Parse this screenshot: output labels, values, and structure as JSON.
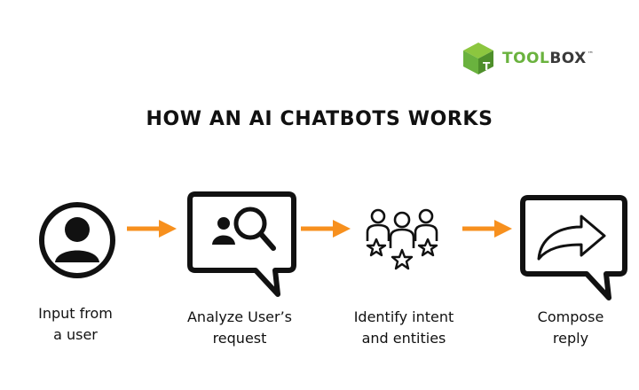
{
  "logo": {
    "part1": "TOOL",
    "part2": "BOX",
    "tm": "™"
  },
  "title": "HOW AN AI CHATBOTS WORKS",
  "steps": [
    {
      "line1": "Input from",
      "line2": "a user",
      "icon": "user-icon"
    },
    {
      "line1": "Analyze User’s",
      "line2": "request",
      "icon": "user-search-icon"
    },
    {
      "line1": "Identify intent",
      "line2": "and entities",
      "icon": "people-stars-icon"
    },
    {
      "line1": "Compose",
      "line2": "reply",
      "icon": "forward-arrow-icon"
    }
  ],
  "colors": {
    "arrow": "#f7901e",
    "logo_green": "#6ab23e",
    "ink": "#111111"
  }
}
